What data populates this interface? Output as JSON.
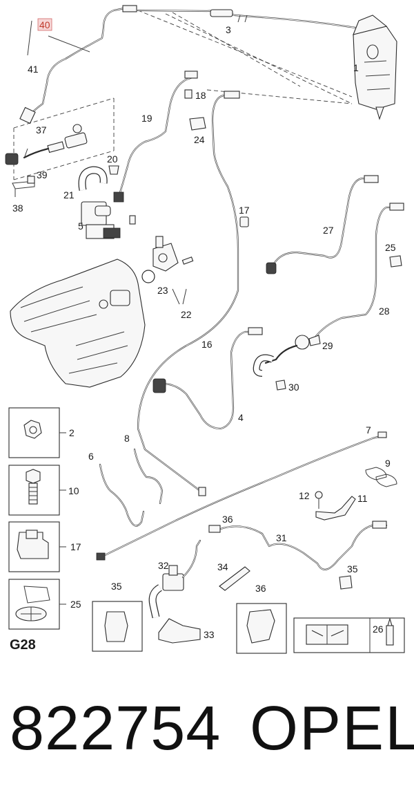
{
  "diagram": {
    "section_code": "G28",
    "highlighted_callout": "40",
    "highlight_color": "#c0392b",
    "callouts": [
      "1",
      "2",
      "3",
      "4",
      "5",
      "6",
      "7",
      "8",
      "9",
      "10",
      "11",
      "12",
      "16",
      "17",
      "17",
      "17",
      "18",
      "19",
      "20",
      "21",
      "22",
      "23",
      "24",
      "24",
      "25",
      "26",
      "27",
      "28",
      "29",
      "30",
      "31",
      "32",
      "33",
      "34",
      "35",
      "35",
      "36",
      "36",
      "37",
      "38",
      "39",
      "40",
      "41"
    ],
    "legend_parts": [
      "2",
      "10",
      "17",
      "25"
    ],
    "detail_boxes": [
      "35",
      "36",
      "26"
    ]
  },
  "footer": {
    "part_number": "822754",
    "brand": "OPEL"
  }
}
